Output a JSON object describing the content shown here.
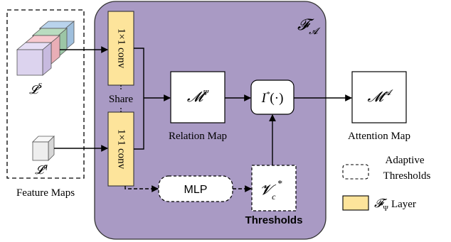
{
  "diagram": {
    "module_title": "𝓕",
    "module_title_sub": "𝓐",
    "feature_maps_label": "Feature Maps",
    "support_label": "𝓛",
    "support_label_sup": "S",
    "query_label": "𝓛",
    "query_label_sup": "q",
    "conv_top_label": "1×1 conv",
    "conv_bottom_label": "1×1 conv",
    "share_label": "Share",
    "relation_map_symbol": "𝓜",
    "relation_map_sup": "Ψ",
    "relation_map_label": "Relation Map",
    "operator_symbol": "I",
    "operator_sup": "*",
    "operator_args": "(·)",
    "attention_map_symbol": "𝓜",
    "attention_map_sup": "𝓐",
    "attention_map_label": "Attention Map",
    "mlp_label": "MLP",
    "threshold_symbol": "𝓥",
    "threshold_sub": "c",
    "threshold_sup": "*",
    "thresholds_label": "Thresholds",
    "legend_adaptive_line1": "Adaptive",
    "legend_adaptive_line2": "Thresholds",
    "legend_layer_symbol": "𝓕",
    "legend_layer_sub": "Ψ",
    "legend_layer_text": "Layer"
  },
  "colors": {
    "module_fill": "#a99ac4",
    "conv_fill": "#fde49b",
    "cube_face_purple": "#dcd3ee",
    "cube_face_pink": "#f7c9cf",
    "cube_face_green": "#b9dcc0",
    "cube_face_blue": "#b9d3ec",
    "query_cube": "#eeeeee"
  }
}
